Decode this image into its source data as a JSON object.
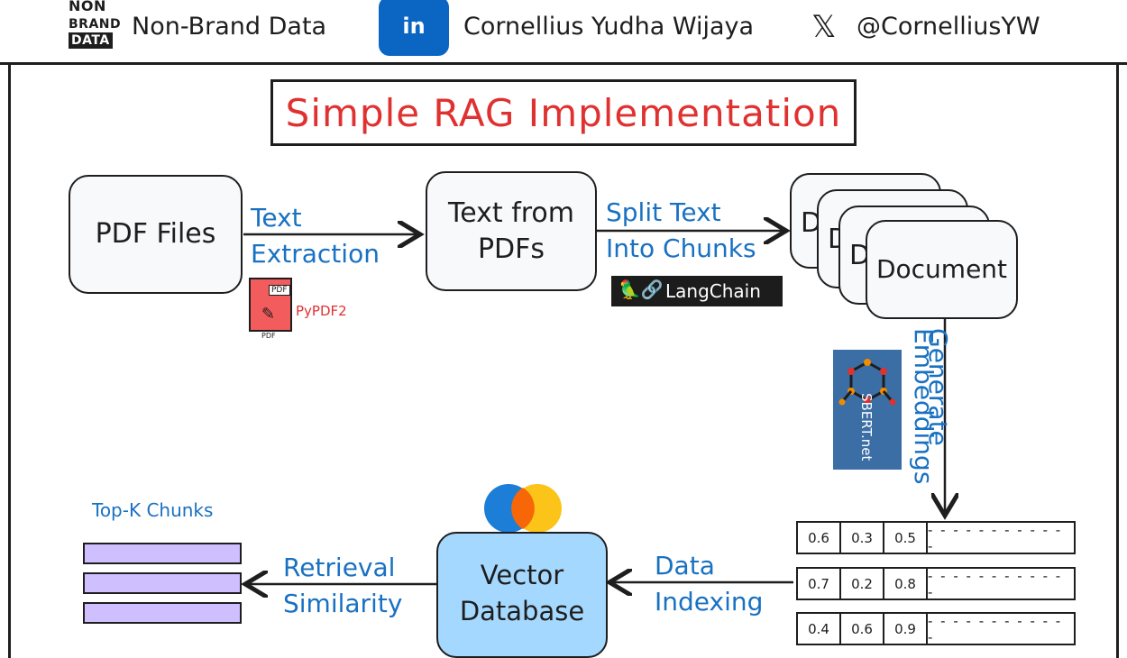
{
  "header": {
    "logo_line1": "NON",
    "logo_line2": "BRAND",
    "logo_line3": "DATA",
    "brand_name": "Non-Brand Data",
    "linkedin_badge": "in",
    "author_name": "Cornellius Yudha Wijaya",
    "x_icon": "𝕏",
    "x_handle": "@CornelliusYW"
  },
  "title": "Simple RAG Implementation",
  "nodes": {
    "pdf_files": "PDF Files",
    "text_from_pdfs_line1": "Text from",
    "text_from_pdfs_line2": "PDFs",
    "document": "Document",
    "document_partial": "D",
    "vector_db_line1": "Vector",
    "vector_db_line2": "Database",
    "top_k_label": "Top-K Chunks"
  },
  "edges": {
    "text_extraction_line1": "Text",
    "text_extraction_line2": "Extraction",
    "split_line1": "Split Text",
    "split_line2": "Into Chunks",
    "embed_line1": "Generate",
    "embed_line2": "Embeddings",
    "indexing_line1": "Data",
    "indexing_line2": "Indexing",
    "retrieval_line1": "Retrieval",
    "retrieval_line2": "Similarity"
  },
  "tools": {
    "pypdf2": "PyPDF2",
    "pdf_icon_tag": "PDF",
    "pdf_icon_caption": "PDF",
    "langchain": "LangChain",
    "sbert": "SBERT.net"
  },
  "vectors": [
    {
      "a": "0.6",
      "b": "0.3",
      "c": "0.5",
      "rest": "- - - - - - - - - - - -"
    },
    {
      "a": "0.7",
      "b": "0.2",
      "c": "0.8",
      "rest": "- - - - - - - - - - - -"
    },
    {
      "a": "0.4",
      "b": "0.6",
      "c": "0.9",
      "rest": "- - - - - - - - - - - -"
    }
  ],
  "colors": {
    "title": "#e03131",
    "label_blue": "#1971c2",
    "box_fill": "#f8f9fa",
    "vector_db_fill": "#a5d8ff",
    "chunk_fill": "#d0bfff",
    "linkedin": "#0a66c2"
  }
}
